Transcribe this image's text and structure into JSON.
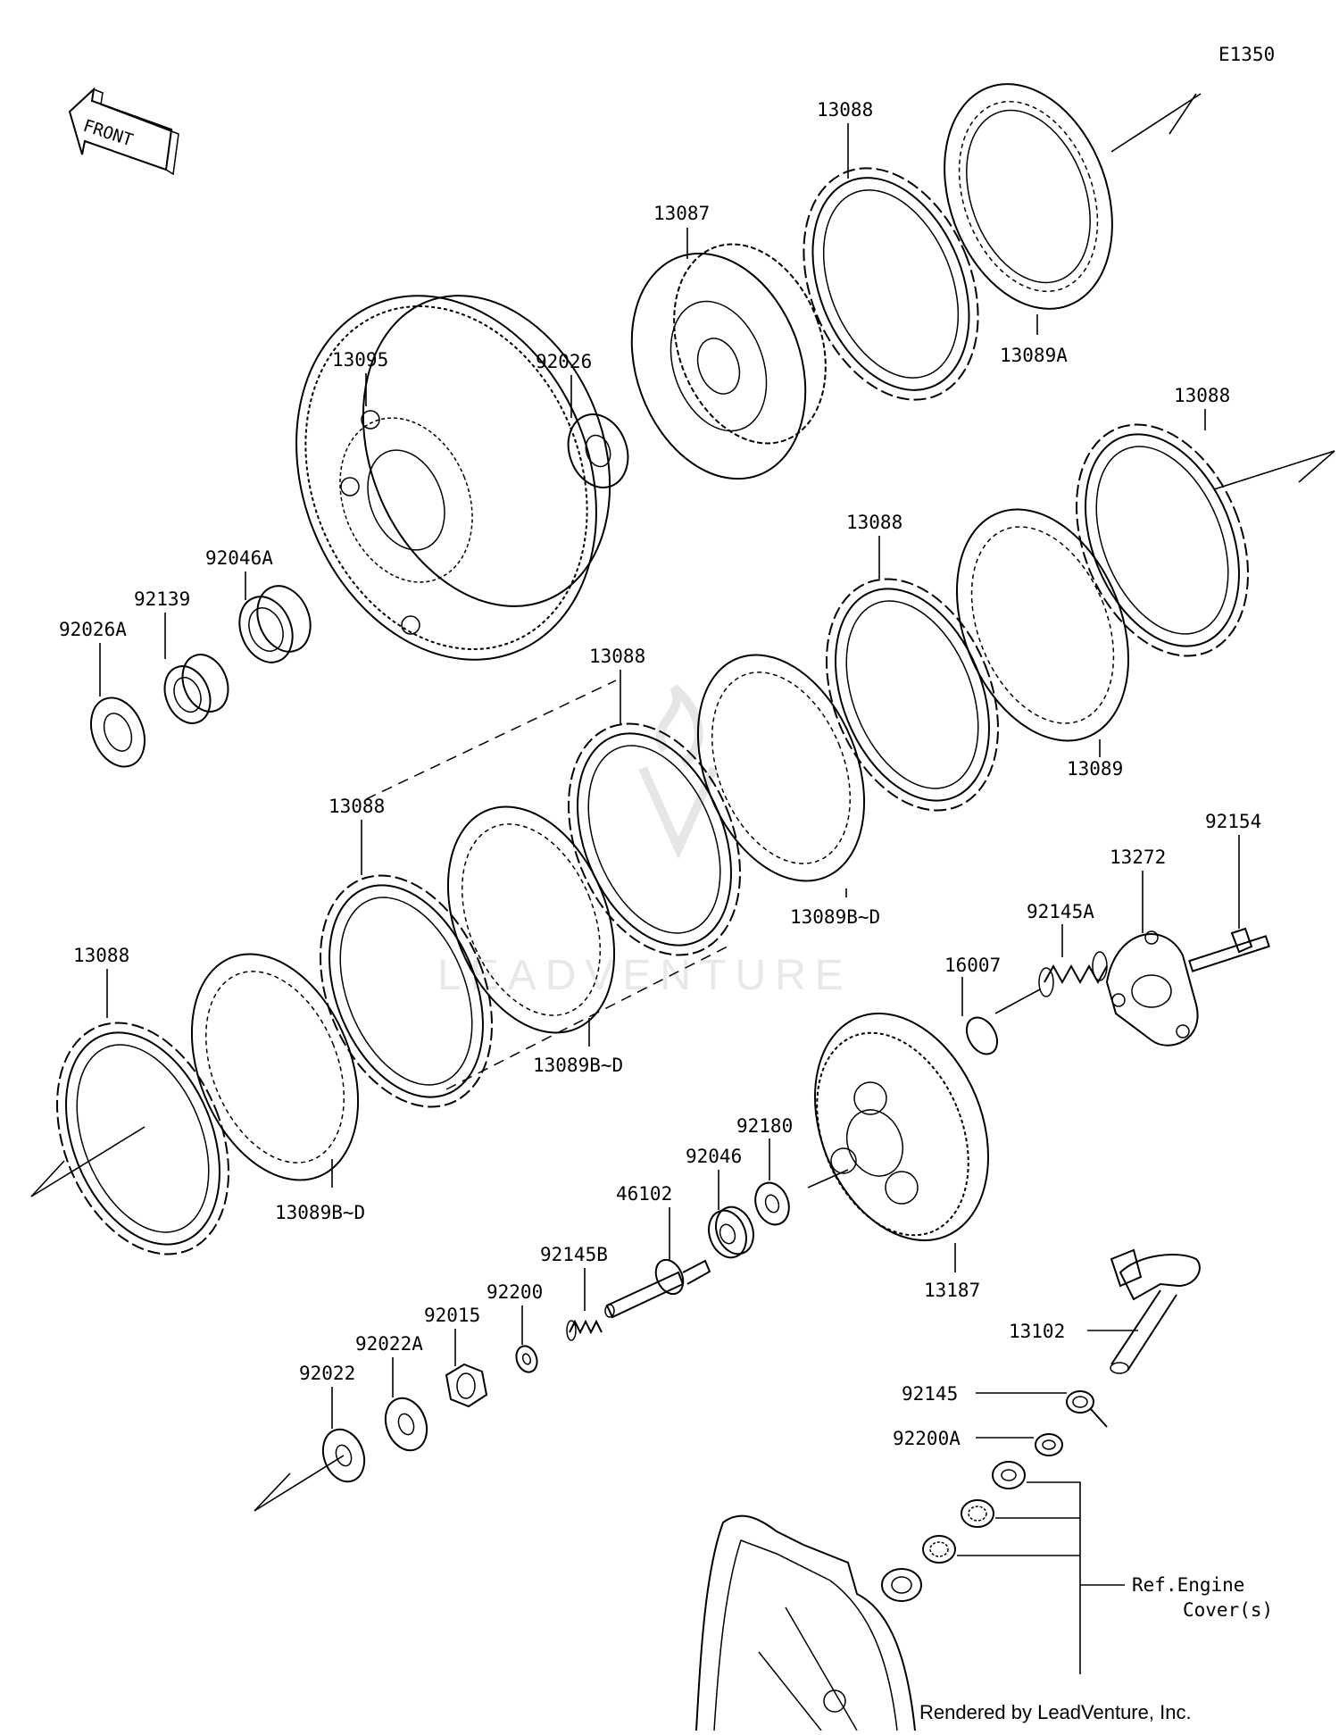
{
  "diagram": {
    "code": "E1350",
    "front_label": "FRONT",
    "watermark": "LEADVENTURE",
    "credit": "Rendered by LeadVenture, Inc.",
    "ref_note": [
      "Ref.Engine",
      "Cover(s)"
    ],
    "parts": {
      "p13088_top": "13088",
      "p13089A": "13089A",
      "p13087": "13087",
      "p13095": "13095",
      "p92026": "92026",
      "p13088_r": "13088",
      "p13088_mid": "13088",
      "p13089": "13089",
      "p92046A": "92046A",
      "p92139": "92139",
      "p92026A": "92026A",
      "p13088_c": "13088",
      "p13089BD_c": "13089B~D",
      "p13088_l": "13088",
      "p13089BD_l": "13089B~D",
      "p13088_ll": "13088",
      "p13089BD_ll": "13089B~D",
      "p92154": "92154",
      "p13272": "13272",
      "p92145A": "92145A",
      "p16007": "16007",
      "p92180": "92180",
      "p92046": "92046",
      "p46102": "46102",
      "p92145B": "92145B",
      "p92200": "92200",
      "p92015": "92015",
      "p92022A": "92022A",
      "p92022": "92022",
      "p13187": "13187",
      "p13102": "13102",
      "p92145": "92145",
      "p92200A": "92200A"
    }
  }
}
